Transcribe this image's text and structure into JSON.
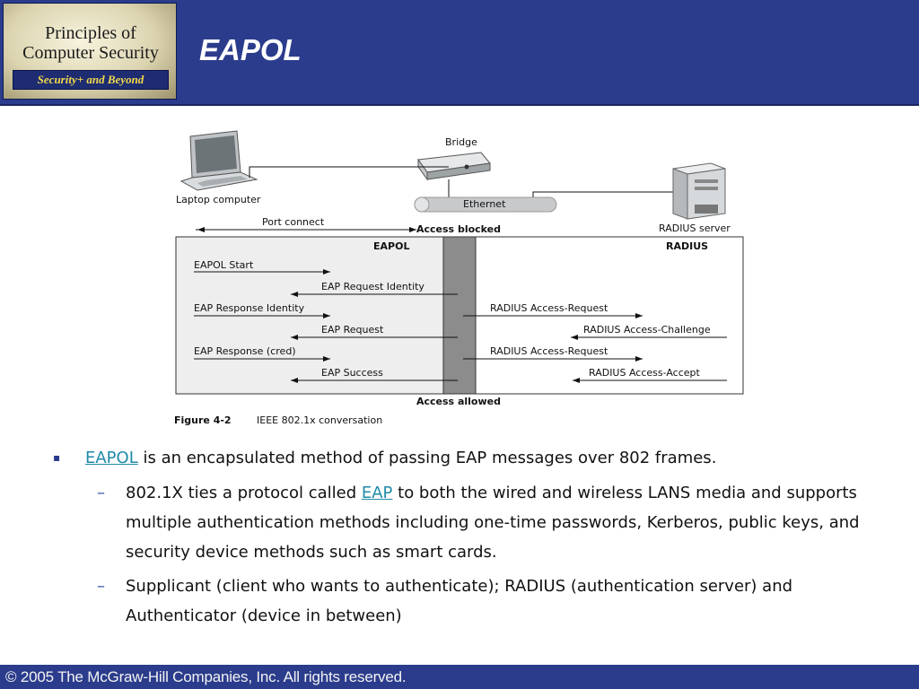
{
  "header": {
    "logo": {
      "line1": "Principles of",
      "line2": "Computer Security",
      "subtitle": "Security+ and Beyond"
    },
    "title": "EAPOL"
  },
  "figure": {
    "labels": {
      "laptop": "Laptop computer",
      "bridge": "Bridge",
      "ethernet": "Ethernet",
      "radius_server": "RADIUS server",
      "port_connect": "Port connect",
      "access_blocked": "Access blocked",
      "eapol": "EAPOL",
      "radius": "RADIUS",
      "access_allowed": "Access allowed"
    },
    "left_messages": [
      {
        "text": "EAPOL Start",
        "direction": "right"
      },
      {
        "text": "EAP Request Identity",
        "direction": "left"
      },
      {
        "text": "EAP Response Identity",
        "direction": "right"
      },
      {
        "text": "EAP Request",
        "direction": "left"
      },
      {
        "text": "EAP Response (cred)",
        "direction": "right"
      },
      {
        "text": "EAP Success",
        "direction": "left"
      }
    ],
    "right_messages": [
      {
        "text": "RADIUS Access-Request",
        "direction": "right"
      },
      {
        "text": "RADIUS Access-Challenge",
        "direction": "left"
      },
      {
        "text": "RADIUS Access-Request",
        "direction": "right"
      },
      {
        "text": "RADIUS Access-Accept",
        "direction": "left"
      }
    ],
    "caption": {
      "label": "Figure 4-2",
      "text": "IEEE 802.1x conversation"
    }
  },
  "bullets": {
    "b1": {
      "link": "EAPOL",
      "rest": " is an encapsulated method of passing EAP messages over 802 frames."
    },
    "b2": {
      "pre": "802.1X ties a protocol called ",
      "link": "EAP",
      "post": " to both the wired and wireless LANS media and supports multiple authentication methods  including one-time passwords, Kerberos, public keys, and security device methods such as smart cards."
    },
    "b3": {
      "text": "Supplicant (client who wants to authenticate); RADIUS (authentication server) and Authenticator (device in between)"
    },
    "bullet_marker": "▪",
    "dash_marker": "–"
  },
  "footer": {
    "text": "© 2005 The McGraw-Hill Companies, Inc. All rights reserved."
  },
  "colors": {
    "header": "#2b3c8c",
    "link": "#1f8aa8",
    "authenticator_bar": "#8c8c8c",
    "panel_bg": "#eeeeee"
  }
}
